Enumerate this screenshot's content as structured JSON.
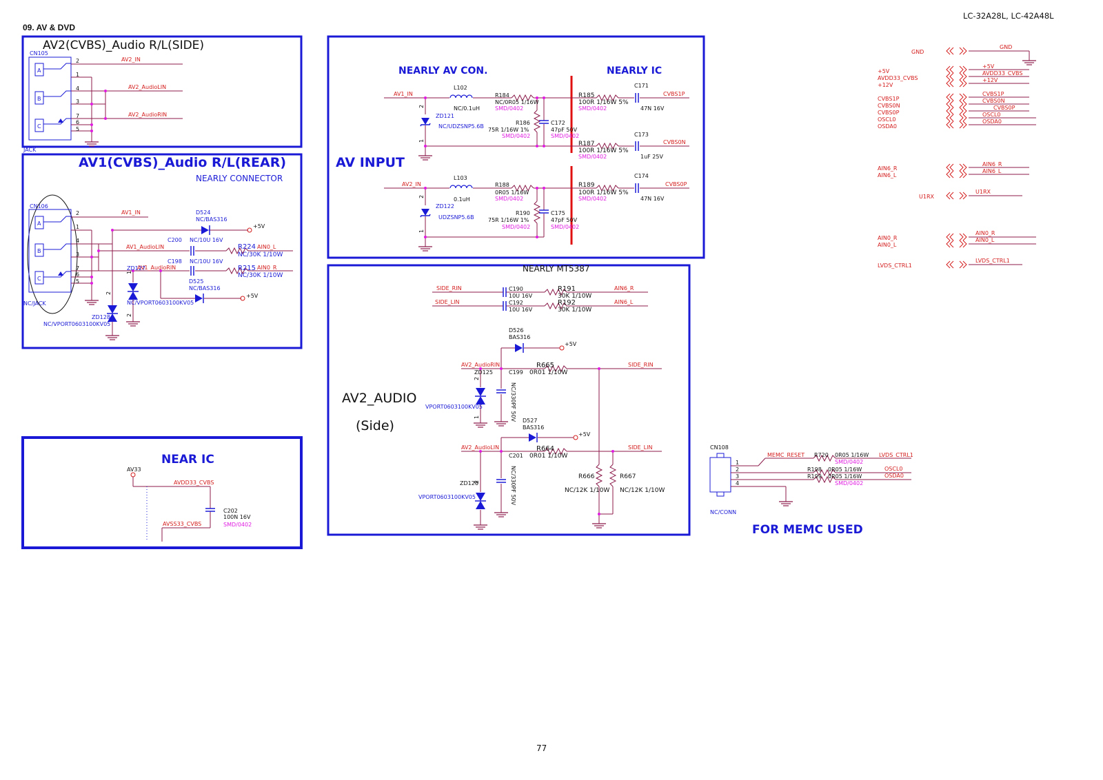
{
  "page": {
    "section": "09. AV & DVD",
    "model": "LC-32A28L, LC-42A48L",
    "page_number": "77"
  },
  "colors": {
    "frame": "#1a1ad6",
    "net": "#d41c1c",
    "wire": "#8b1a4a",
    "label": "#1a1ad6",
    "footprint": "#e01ae0",
    "junction": "#e01ae0"
  },
  "av2_side": {
    "title": "AV2(CVBS)_Audio R/L(SIDE)",
    "connector": "CN105",
    "connector_sub": "JACK",
    "pins": [
      "2",
      "1",
      "4",
      "3",
      "7",
      "6",
      "5"
    ],
    "jack_letters": [
      "A",
      "B",
      "C"
    ],
    "nets": [
      "AV2_IN",
      "AV2_AudioLIN",
      "AV2_AudioRIN"
    ]
  },
  "av1_rear": {
    "title": "AV1(CVBS)_Audio R/L(REAR)",
    "subtitle": "NEARLY CONNECTOR",
    "connector": "CN106",
    "connector_sub": "NC/JACK",
    "pins": [
      "2",
      "1",
      "4",
      "3",
      "7",
      "6",
      "5"
    ],
    "jack_letters": [
      "A",
      "B",
      "C"
    ],
    "nets": [
      "AV1_IN",
      "AV1_AudioLIN",
      "AV1_AudioRIN"
    ],
    "outputs": [
      "AIN0_L",
      "AIN0_R"
    ],
    "supply": "+5V",
    "parts": {
      "d524": "D524",
      "d524_val": "NC/BAS316",
      "c200": "C200",
      "c200_val": "NC/10U 16V",
      "r224": "R224",
      "r224_val": "NC/30K 1/10W",
      "c198": "C198",
      "c198_val": "NC/10U 16V",
      "r215": "R215",
      "r215_val": "NC/30K 1/10W",
      "d525": "D525",
      "d525_val": "NC/BAS316",
      "zd127": "ZD127",
      "zd127_val": "NC/VPORT0603100KV05",
      "zd128": "ZD128",
      "zd128_val": "NC/VPORT0603100KV05",
      "pin2": "2",
      "pin1": "1"
    }
  },
  "near_ic": {
    "title": "NEAR  IC",
    "rail": "AV33",
    "nets": [
      "AVDD33_CVBS",
      "AVSS33_CVBS"
    ],
    "cap": "C202",
    "cap_val": "100N 16V",
    "cap_fp": "SMD/0402"
  },
  "av_input": {
    "title": "AV INPUT",
    "head_left": "NEARLY AV CON.",
    "head_right": "NEARLY IC",
    "nets_in": [
      "AV1_IN",
      "AV2_IN"
    ],
    "nets_out": [
      "CVBS1P",
      "CVBS0N",
      "CVBS0P"
    ],
    "row1": {
      "l": "L102",
      "l_val": "NC/0.1uH",
      "zd": "ZD121",
      "zd_val": "NC/UDZSNP5.6B",
      "r184": "R184",
      "r184_val": "NC/0R05 1/16W",
      "r184_fp": "SMD/0402",
      "r186": "R186",
      "r186_val": "75R 1/16W  1%",
      "r186_fp": "SMD/0402",
      "c172": "C172",
      "c172_val": "47pF 50V",
      "c172_fp": "SMD/0402",
      "r185": "R185",
      "r185_val": "100R 1/16W  5%",
      "r185_fp": "SMD/0402",
      "c171": "C171",
      "c171_val": "47N 16V",
      "r187": "R187",
      "r187_val": "100R 1/16W  5%",
      "r187_fp": "SMD/0402",
      "c173": "C173",
      "c173_val": "1uF 25V"
    },
    "row2": {
      "l": "L103",
      "l_val": "0.1uH",
      "zd": "ZD122",
      "zd_val": "UDZSNP5.6B",
      "r188": "R188",
      "r188_val": "0R05 1/16W",
      "r188_fp": "SMD/0402",
      "r190": "R190",
      "r190_val": "75R 1/16W  1%",
      "r190_fp": "SMD/0402",
      "c175": "C175",
      "c175_val": "47pF 50V",
      "c175_fp": "SMD/0402",
      "r189": "R189",
      "r189_val": "100R 1/16W  5%",
      "r189_fp": "SMD/0402",
      "c174": "C174",
      "c174_val": "47N 16V"
    },
    "pin2": "2",
    "pin1": "1"
  },
  "av2_audio": {
    "header": "NEARLY MT5387",
    "title": "AV2_AUDIO",
    "subtitle": "(Side)",
    "side_rin": "SIDE_RIN",
    "side_lin": "SIDE_LIN",
    "ain6_r": "AIN6_R",
    "ain6_l": "AIN6_L",
    "c190": "C190",
    "c190_val": "10U 16V",
    "c192": "C192",
    "c192_val": "10U 16V",
    "r191": "R191",
    "r191_val": "30K 1/10W",
    "r192": "R192",
    "r192_val": "30K 1/10W",
    "d526": "D526",
    "d526_val": "BAS316",
    "d527": "D527",
    "d527_val": "BAS316",
    "supply": "+5V",
    "av2_audiorin": "AV2_AudioRIN",
    "av2_audiolin": "AV2_AudioLIN",
    "r665": "R665",
    "r665_val": "0R01 1/10W",
    "r664": "R664",
    "r664_val": "0R01 1/10W",
    "c199": "C199",
    "c199_val": "NC/330PF 50V",
    "c201": "C201",
    "c201_val": "NC/330PF 50V",
    "zd125": "ZD125",
    "zd126": "ZD126",
    "zd_val": "VPORT0603100KV05",
    "r666": "R666",
    "r666_val": "NC/12K 1/10W",
    "r667": "R667",
    "r667_val": "NC/12K 1/10W",
    "pin2": "2",
    "pin1": "1"
  },
  "off_page": {
    "items": [
      {
        "left": "GND",
        "right": "GND"
      },
      {
        "left": "+5V",
        "right": "+5V"
      },
      {
        "left": "AVDD33_CVBS",
        "right": "AVDD33_CVBS"
      },
      {
        "left": "+12V",
        "right": "+12V"
      },
      {
        "left": "CVBS1P",
        "right": "CVBS1P"
      },
      {
        "left": "CVBS0N",
        "right": "CVBS0N"
      },
      {
        "left": "CVBS0P",
        "right": "CVBS0P"
      },
      {
        "left": "OSCL0",
        "right": "OSCL0"
      },
      {
        "left": "OSDA0",
        "right": "OSDA0"
      },
      {
        "left": "AIN6_R",
        "right": "AIN6_R"
      },
      {
        "left": "AIN6_L",
        "right": "AIN6_L"
      },
      {
        "left": "U1RX",
        "right": "U1RX"
      },
      {
        "left": "AIN0_R",
        "right": "AIN0_R"
      },
      {
        "left": "AIN0_L",
        "right": "AIN0_L"
      },
      {
        "left": "LVDS_CTRL1",
        "right": "LVDS_CTRL1"
      }
    ]
  },
  "memc": {
    "title": "FOR MEMC USED",
    "connector": "CN108",
    "connector_sub": "NC/CONN",
    "pins": [
      "1",
      "2",
      "3",
      "4"
    ],
    "memc_reset": "MEMC_RESET",
    "r720": "R720",
    "r720_val": "0R05 1/16W",
    "r720_fp": "SMD/0402",
    "lvds": "LVDS_CTRL1",
    "r198": "R198",
    "r198_val": "0R05 1/16W",
    "oscl": "OSCL0",
    "r199": "R199",
    "r199_val": "0R05 1/16W",
    "osda": "OSDA0",
    "r199_fp": "SMD/0402"
  }
}
